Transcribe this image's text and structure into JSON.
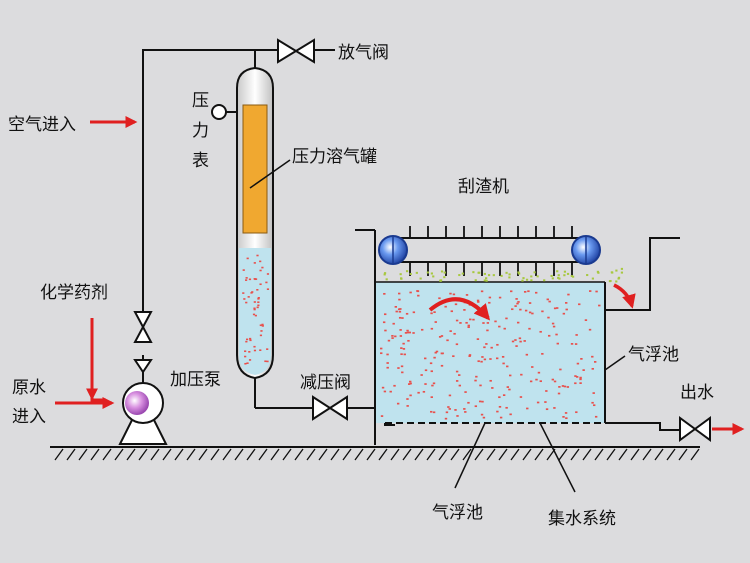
{
  "labels": {
    "air_in": "空气进入",
    "vent_valve": "放气阀",
    "gauge_l1": "压",
    "gauge_l2": "力",
    "gauge_l3": "表",
    "tank": "压力溶气罐",
    "scraper": "刮渣机",
    "chemical": "化学药剂",
    "raw_l1": "原水",
    "raw_l2": "进入",
    "pump": "加压泵",
    "relief_valve": "减压阀",
    "float_right": "气浮池",
    "outlet": "出水",
    "float_bottom": "气浮池",
    "collection": "集水系统"
  },
  "colors": {
    "background": "#dcdcde",
    "pipe": "#111111",
    "arrow": "#e02020",
    "bubbles": "#e8504c",
    "water": "#bfe3ee",
    "tank_packing": "#f0a830",
    "pump": "#c878d0",
    "scraper_wheel": "#3a6ad0",
    "sludge": "#a8c840"
  }
}
